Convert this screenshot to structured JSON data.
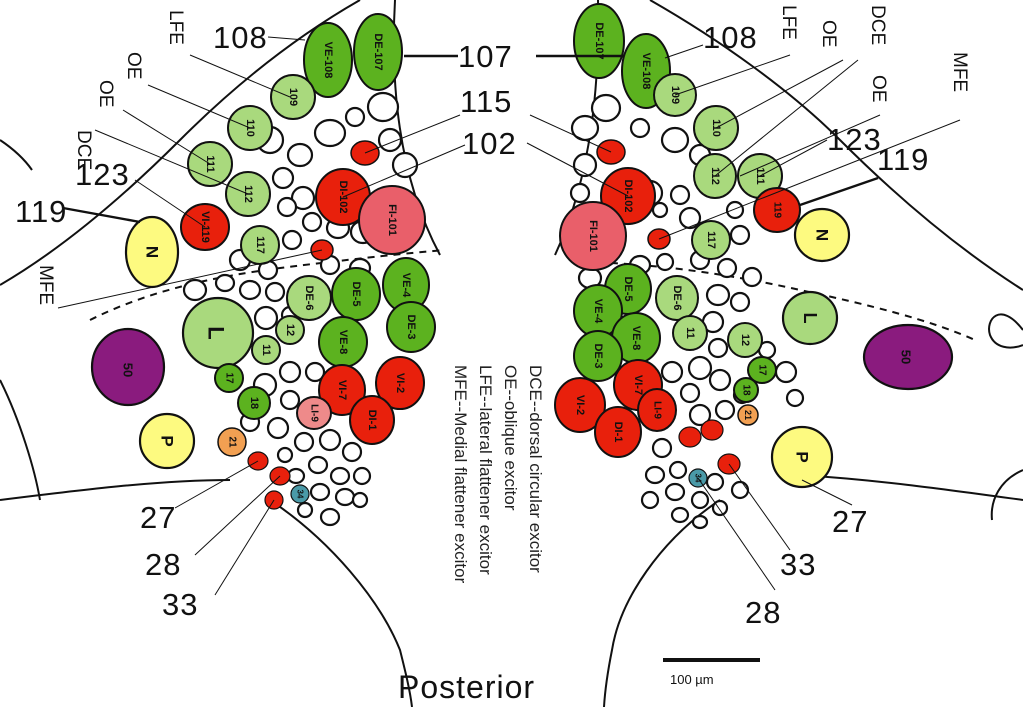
{
  "title": "Posterior",
  "scale_bar": "100 µm",
  "legend": [
    "DCE--dorsal circular excitor",
    "OE--oblique excitor",
    "LFE--lateral flattener excitor",
    "MFE--Medial flattener excitor"
  ],
  "colors": {
    "dark_green": "#5cb21f",
    "light_green": "#a9d97d",
    "red": "#e8200c",
    "pink": "#e95f6a",
    "light_pink": "#ee8a8a",
    "yellow": "#fdfa80",
    "purple": "#8a1b7e",
    "orange": "#f2a052",
    "teal": "#4a9aa8"
  },
  "labels": {
    "l107": "107",
    "l108": "108",
    "l115": "115",
    "l102": "102",
    "l123": "123",
    "l119": "119",
    "l27": "27",
    "l28": "28",
    "l33": "33",
    "lfe": "LFE",
    "oe": "OE",
    "dce": "DCE",
    "mfe": "MFE"
  },
  "cells": {
    "ve108": "VE-108",
    "de107": "DE-107",
    "c109": "109",
    "c110": "110",
    "c111": "111",
    "c112": "112",
    "c117": "117",
    "c119": "119",
    "vi119": "VI-119",
    "di102": "DI-102",
    "fi101": "FI-101",
    "N": "N",
    "L": "L",
    "P": "P",
    "c50": "50",
    "de5": "DE-5",
    "de6": "DE-6",
    "ve4": "VE-4",
    "de3": "DE-3",
    "ve8": "VE-8",
    "vi7": "VI-7",
    "vi2": "VI-2",
    "di1": "DI-1",
    "li9": "LI-9",
    "c11": "11",
    "c12": "12",
    "c17": "17",
    "c18": "18",
    "c21": "21",
    "c34": "34"
  }
}
